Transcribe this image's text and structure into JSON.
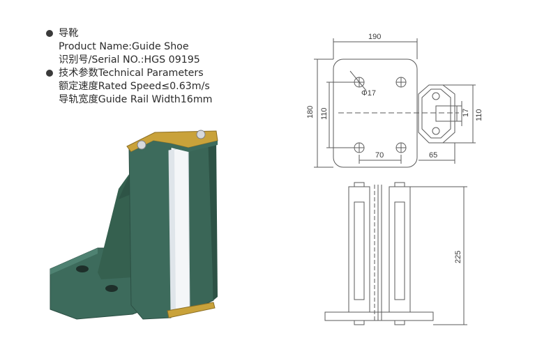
{
  "spec": {
    "title": "导靴",
    "product_name": "Product Name:Guide Shoe",
    "serial": "识别号/Serial NO.:HGS 09195",
    "params_heading": "技术参数Technical Parameters",
    "rated_speed": "额定速度Rated Speed≤0.63m/s",
    "rail_width": "导轨宽度Guide Rail Width16mm"
  },
  "drawing": {
    "dim_width": "190",
    "dim_height_outer": "180",
    "dim_height_inner": "110",
    "dim_hole": "Φ17",
    "dim_hole_spacing": "70",
    "dim_bracket_offset": "65",
    "dim_bracket_height": "110",
    "dim_slot": "17",
    "dim_side_height": "225"
  },
  "colors": {
    "casting": "#3d6b5c",
    "liner": "#f4f6f8",
    "plate": "#c9a23a",
    "line": "#5a5a5a"
  }
}
